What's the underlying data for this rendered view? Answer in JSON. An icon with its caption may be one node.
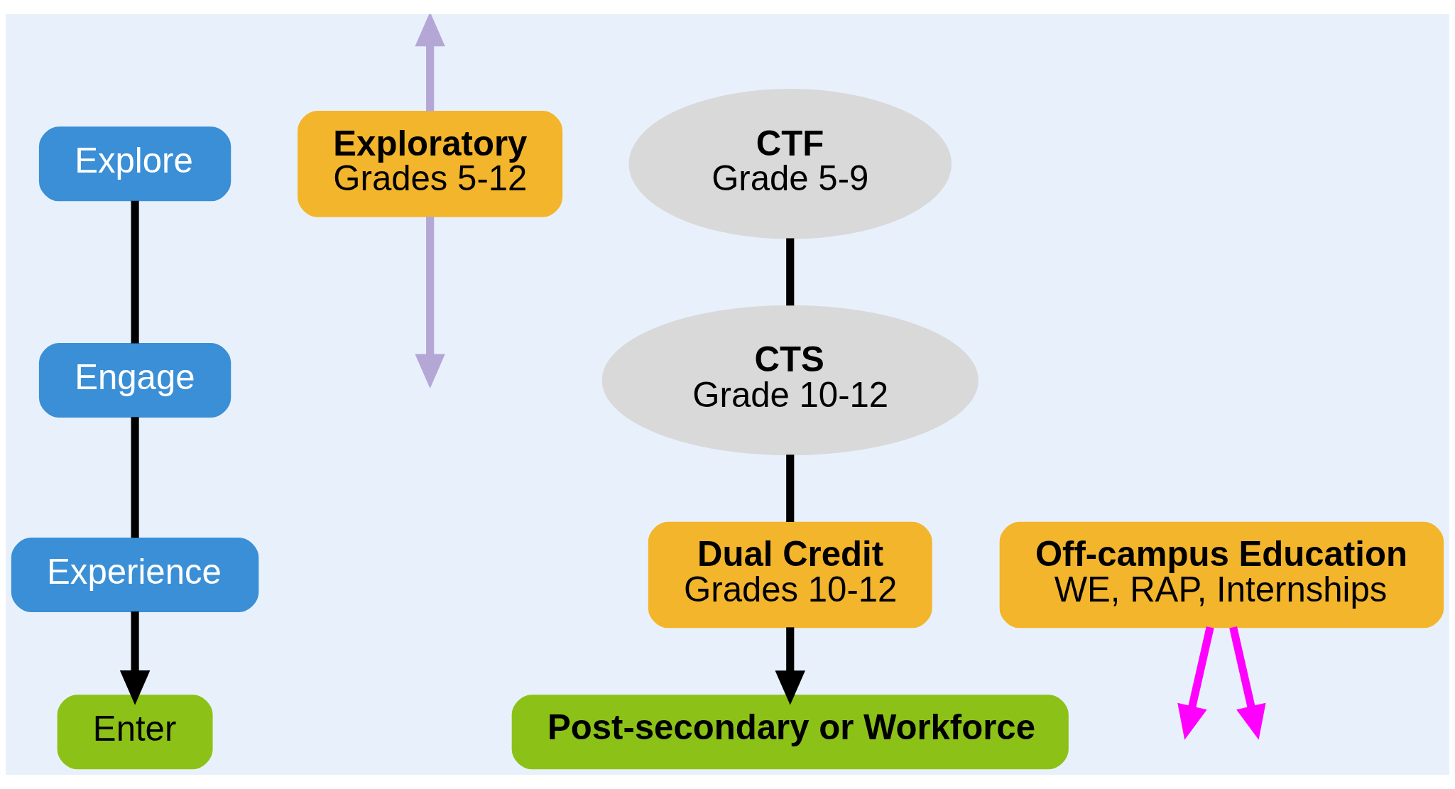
{
  "diagram": {
    "nodes": [
      {
        "text": [
          "Explore"
        ]
      },
      {
        "text": [
          "Engage"
        ]
      },
      {
        "text": [
          "Experience"
        ]
      },
      {
        "text": [
          "Enter"
        ]
      },
      {
        "text": [
          "Exploratory",
          "Grades 5-12"
        ]
      },
      {
        "text": [
          "CTF",
          "Grade 5-9"
        ]
      },
      {
        "text": [
          "CTS",
          "Grade 10-12"
        ]
      },
      {
        "text": [
          "Dual Credit",
          "Grades 10-12"
        ]
      },
      {
        "text": [
          "Off-campus Education",
          "WE, RAP, Internships"
        ]
      },
      {
        "text": [
          "Post-secondary or Workforce"
        ]
      }
    ],
    "edges": [
      {
        "from": 0,
        "to": 1,
        "arrow": "none"
      },
      {
        "from": 1,
        "to": 2,
        "arrow": "none"
      },
      {
        "from": 2,
        "to": 3,
        "arrow": "to"
      },
      {
        "from": 4,
        "to": null,
        "arrow": "to",
        "color": "#b4a7d6"
      },
      {
        "from": 4,
        "to": null,
        "arrow": "to",
        "color": "#b4a7d6"
      },
      {
        "from": 5,
        "to": 6,
        "arrow": "none"
      },
      {
        "from": 6,
        "to": 7,
        "arrow": "none"
      },
      {
        "from": 7,
        "to": 9,
        "arrow": "to"
      },
      {
        "from": 8,
        "to": null,
        "arrow": "to",
        "color": "#ff00ff"
      },
      {
        "from": 8,
        "to": null,
        "arrow": "to",
        "color": "#ff00ff"
      }
    ]
  }
}
